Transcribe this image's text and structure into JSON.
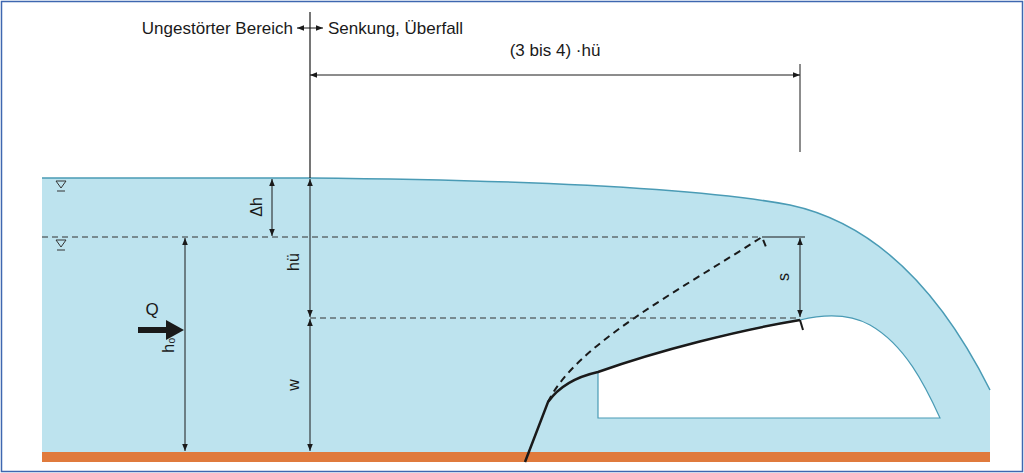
{
  "diagram": {
    "labels": [
      "Ungestörter Bereich",
      "Senkung, Überfall",
      "(3 bis 4) ·hü",
      "Δh",
      "hü",
      "h₀",
      "w",
      "s",
      "Q"
    ]
  }
}
